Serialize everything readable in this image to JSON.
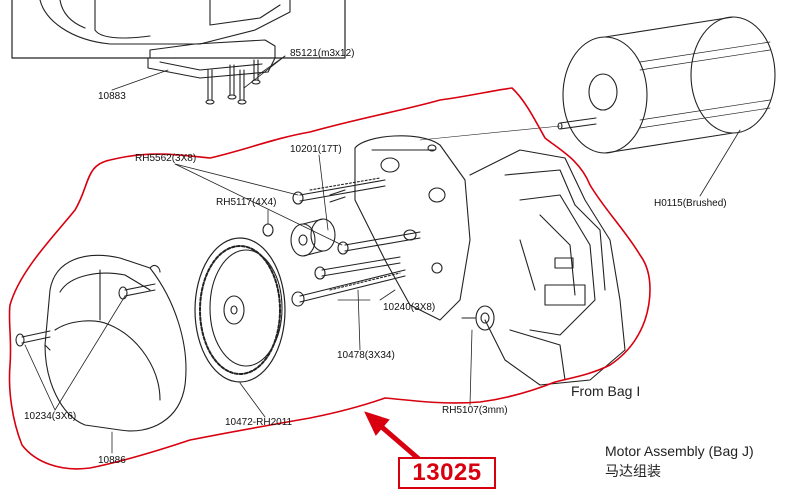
{
  "diagram": {
    "title": "Motor Assembly (Bag J)",
    "title_cn": "马达组装",
    "bag_note": "From Bag I",
    "part_number_callout": "13025",
    "highlight_color": "#d8000f",
    "labels": {
      "inset_screws": "85121(m3x12)",
      "inset_mount": "10883",
      "pinion_screw": "RH5562(3X8)",
      "pinion": "10201(17T)",
      "set_screw": "RH5117(4X4)",
      "motor": "H0115(Brushed)",
      "spur_screw": "10240(3X8)",
      "long_screw": "10478(3X34)",
      "bearing": "RH5107(3mm)",
      "cover_screw": "10234(3X6)",
      "spur_gear": "10472-RH2011",
      "gear_cover": "10886"
    }
  }
}
